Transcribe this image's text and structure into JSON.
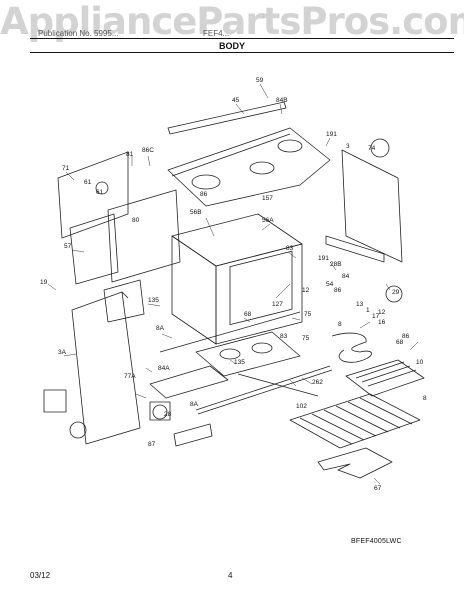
{
  "watermark": "AppliancePartsPros.com",
  "header": {
    "publication_text": "Publication No. 5995...",
    "model_text": "FEF4...",
    "section_title": "BODY"
  },
  "diagram": {
    "callouts": [
      "59",
      "45",
      "84B",
      "191",
      "71",
      "61",
      "86C",
      "81",
      "3",
      "74",
      "61",
      "80",
      "86",
      "157",
      "56A",
      "56B",
      "57",
      "83",
      "19",
      "127",
      "191",
      "28B",
      "84",
      "12",
      "86",
      "13",
      "1",
      "12",
      "135",
      "54",
      "29",
      "3A",
      "8A",
      "68",
      "75",
      "17",
      "8",
      "83",
      "16",
      "86",
      "135",
      "75",
      "84A",
      "262",
      "68",
      "10",
      "77A",
      "102",
      "8",
      "8A",
      "28",
      "87",
      "67"
    ]
  },
  "code_label": "BFEF4005LWC",
  "footer": {
    "date": "03/12",
    "page": "4"
  }
}
